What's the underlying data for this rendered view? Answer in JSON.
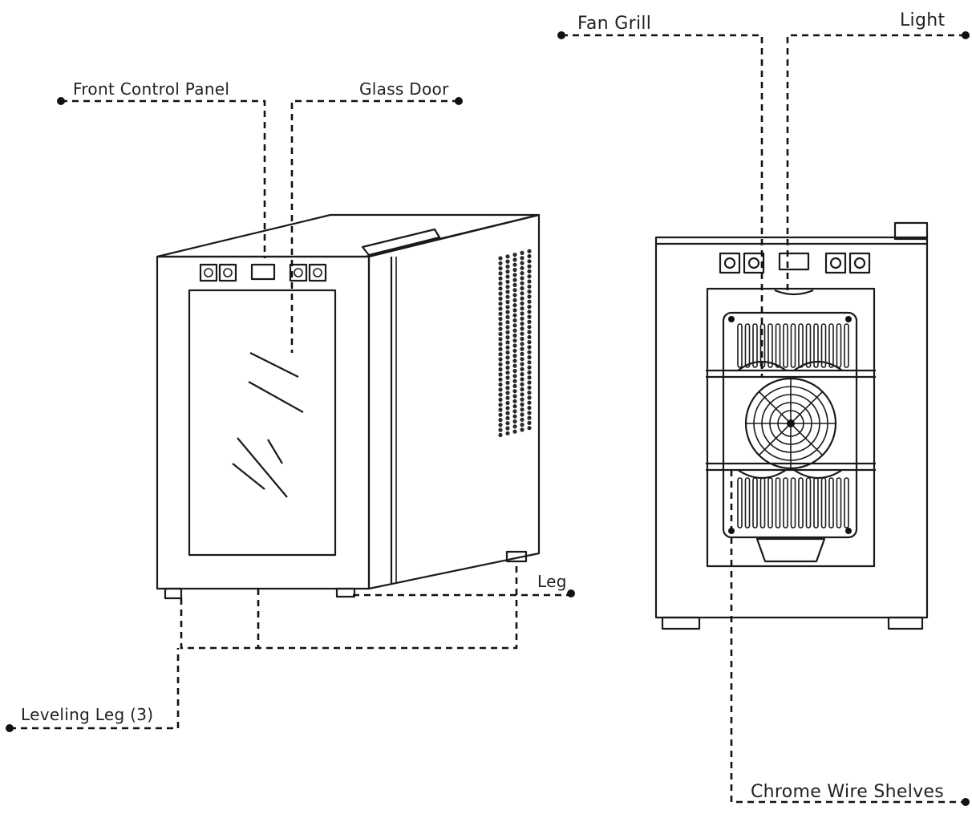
{
  "labels": {
    "front_control_panel": "Front Control Panel",
    "glass_door": "Glass Door",
    "fan_grill": "Fan Grill",
    "light": "Light",
    "leg": "Leg",
    "leveling_leg": "Leveling Leg (3)",
    "chrome_wire_shelves": "Chrome Wire Shelves"
  },
  "colors": {
    "line": "#1a1a1a",
    "background": "#ffffff"
  }
}
